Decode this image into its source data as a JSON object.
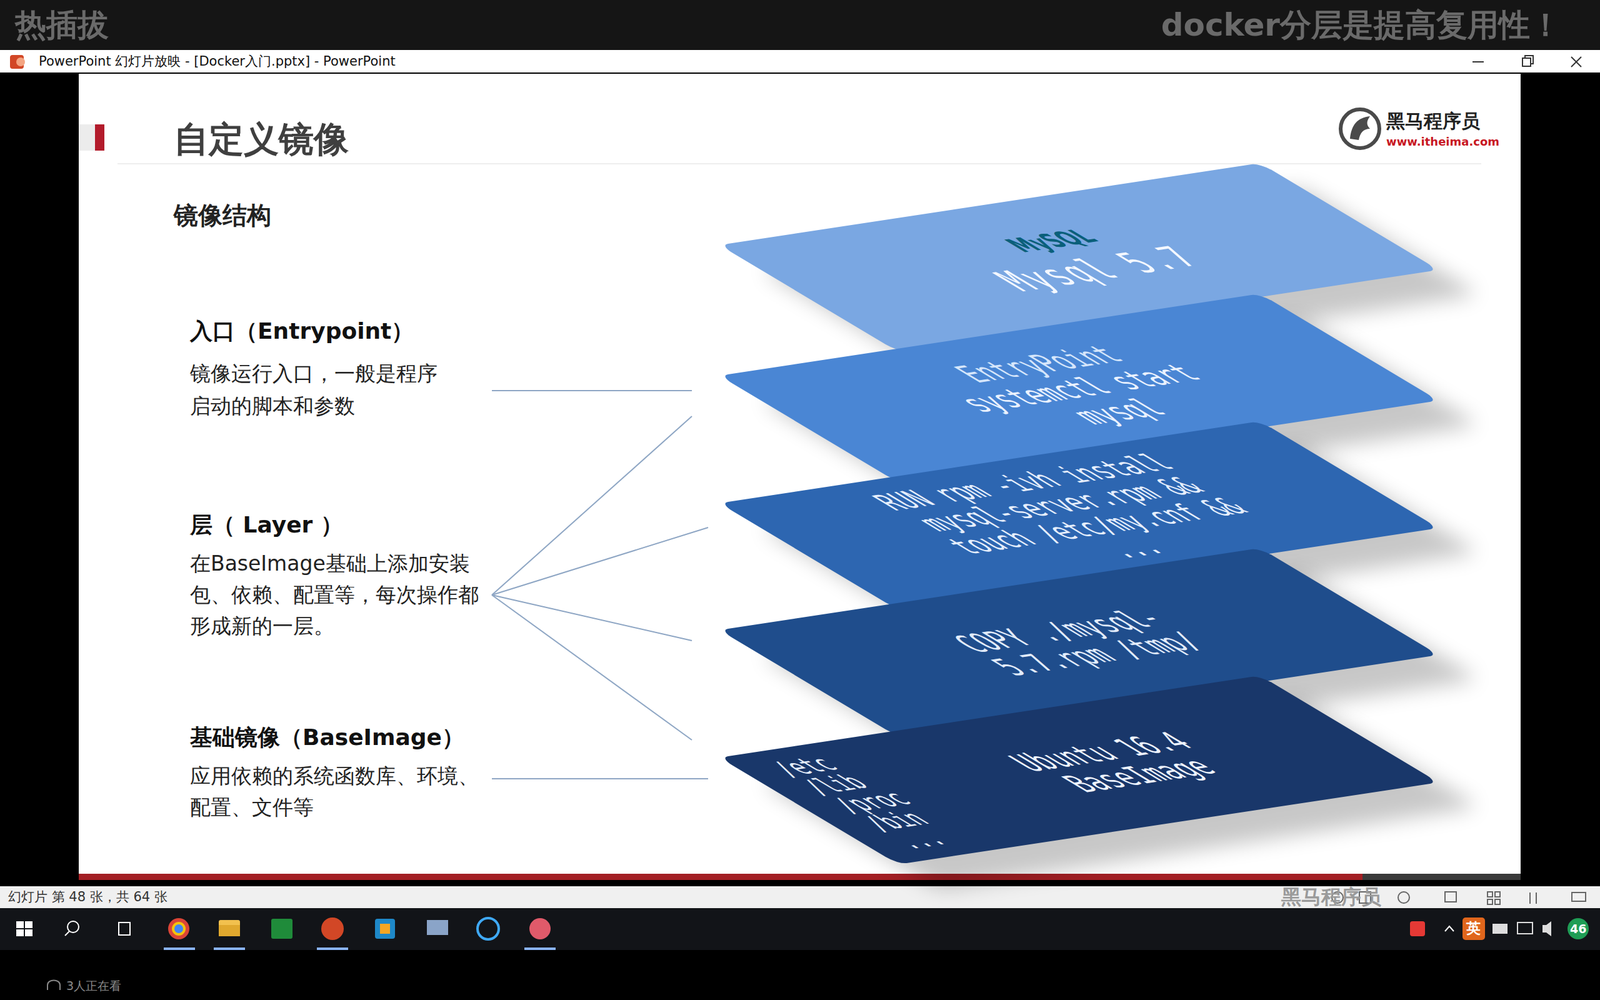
{
  "diagram": {
    "title": "自定义镜像",
    "nodes": [
      {
        "text": [
          "MySQL",
          "Mysql 5.7"
        ]
      },
      {
        "text": [
          "EntryPoint",
          "systemctl start mysql"
        ]
      },
      {
        "text": [
          "RUN rpm -ivh install mysql-server.rpm && touch /etc/my.cnf && ..."
        ]
      },
      {
        "text": [
          "COPY ./mysql-5.7.rpm /tmp/"
        ]
      },
      {
        "text": [
          "/etc /lib /proc /bin ...",
          "Ubuntu 16.4 BaseImage"
        ]
      }
    ],
    "labels": [
      "热插拔",
      "docker分层是提高复用性！",
      "PowerPoint 幻灯片放映 - [Docker入门.pptx] - PowerPoint",
      "黑马程序员",
      "www.itheima.com",
      "镜像结构",
      "入口（Entrypoint）",
      "镜像运行入口，一般是程序启动的脚本和参数",
      "层（ Layer ）",
      "在BaseImage基础上添加安装包、依赖、配置等，每次操作都形成新的一层。",
      "基础镜像（BaseImage）",
      "应用依赖的系统函数库、环境、配置、文件等",
      "幻灯片 第 48 张，共 64 张",
      "黑马程序员",
      "英",
      "46",
      "3人正在看"
    ]
  }
}
